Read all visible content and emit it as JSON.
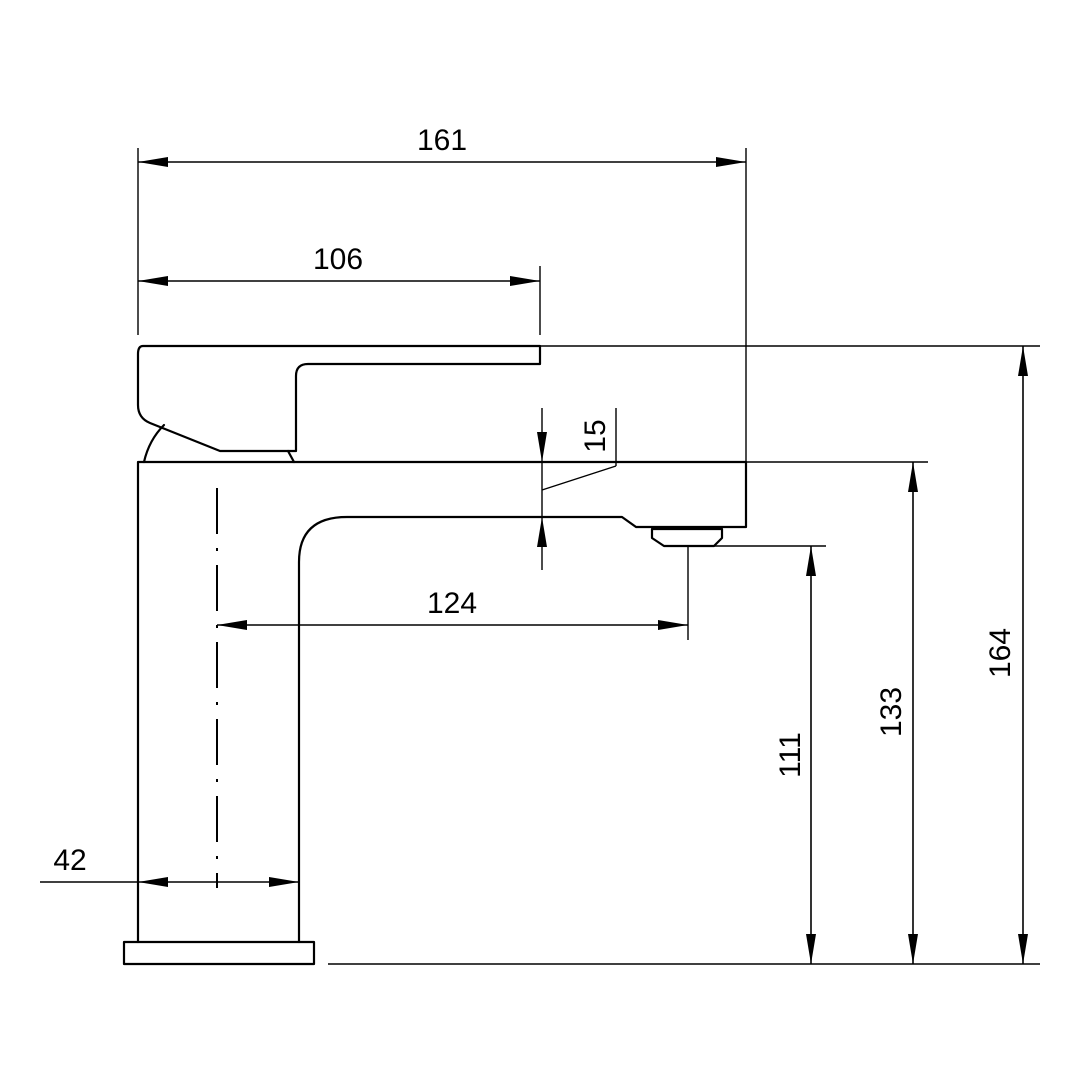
{
  "drawing": {
    "subject": "basin mixer faucet side elevation",
    "units": "mm"
  },
  "dimensions": {
    "overall_length": "161",
    "lever_length": "106",
    "lever_gap": "15",
    "spout_reach": "124",
    "base_width": "42",
    "spout_height": "111",
    "body_height": "133",
    "overall_height": "164"
  },
  "colors": {
    "line": "#000000",
    "background": "#ffffff"
  }
}
